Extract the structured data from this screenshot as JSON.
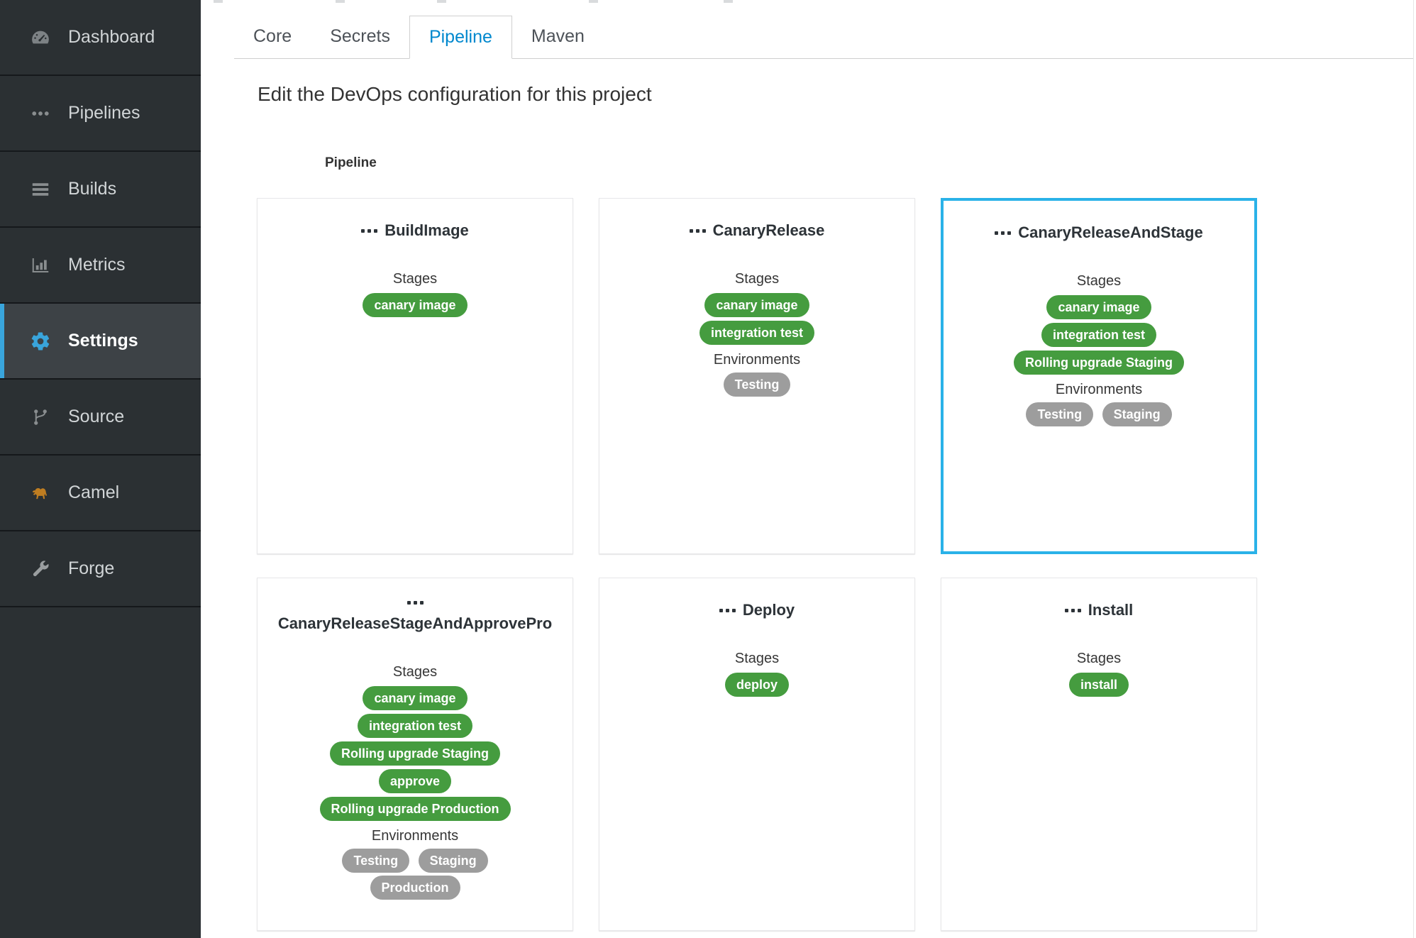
{
  "sidebar": {
    "items": [
      {
        "label": "Dashboard",
        "icon": "dashboard-icon"
      },
      {
        "label": "Pipelines",
        "icon": "ellipsis-icon"
      },
      {
        "label": "Builds",
        "icon": "list-icon"
      },
      {
        "label": "Metrics",
        "icon": "bar-chart-icon"
      },
      {
        "label": "Settings",
        "icon": "gear-icon",
        "active": true
      },
      {
        "label": "Source",
        "icon": "git-branch-icon"
      },
      {
        "label": "Camel",
        "icon": "camel-icon"
      },
      {
        "label": "Forge",
        "icon": "wrench-icon"
      }
    ]
  },
  "tabs": [
    {
      "label": "Core",
      "active": false
    },
    {
      "label": "Secrets",
      "active": false
    },
    {
      "label": "Pipeline",
      "active": true
    },
    {
      "label": "Maven",
      "active": false
    }
  ],
  "heading": "Edit the DevOps configuration for this project",
  "form": {
    "field_label": "Pipeline"
  },
  "labels": {
    "stages": "Stages",
    "environments": "Environments"
  },
  "cards": [
    {
      "name": "BuildImage",
      "stages": [
        "canary image"
      ],
      "environments": []
    },
    {
      "name": "CanaryRelease",
      "stages": [
        "canary image",
        "integration test"
      ],
      "environments": [
        "Testing"
      ]
    },
    {
      "name": "CanaryReleaseAndStage",
      "stages": [
        "canary image",
        "integration test",
        "Rolling upgrade Staging"
      ],
      "environments": [
        "Testing",
        "Staging"
      ],
      "selected": true
    },
    {
      "name": "CanaryReleaseStageAndApprovePro",
      "stages": [
        "canary image",
        "integration test",
        "Rolling upgrade Staging",
        "approve",
        "Rolling upgrade Production"
      ],
      "environments": [
        "Testing",
        "Staging",
        "Production"
      ]
    },
    {
      "name": "Deploy",
      "stages": [
        "deploy"
      ],
      "environments": []
    },
    {
      "name": "Install",
      "stages": [
        "install"
      ],
      "environments": []
    }
  ],
  "colors": {
    "sidebar_accent": "#39a5dc",
    "tab_active": "#0088ce",
    "stage_badge": "#459c3f",
    "env_badge": "#9d9d9d",
    "selected_border": "#2ab2e8"
  }
}
